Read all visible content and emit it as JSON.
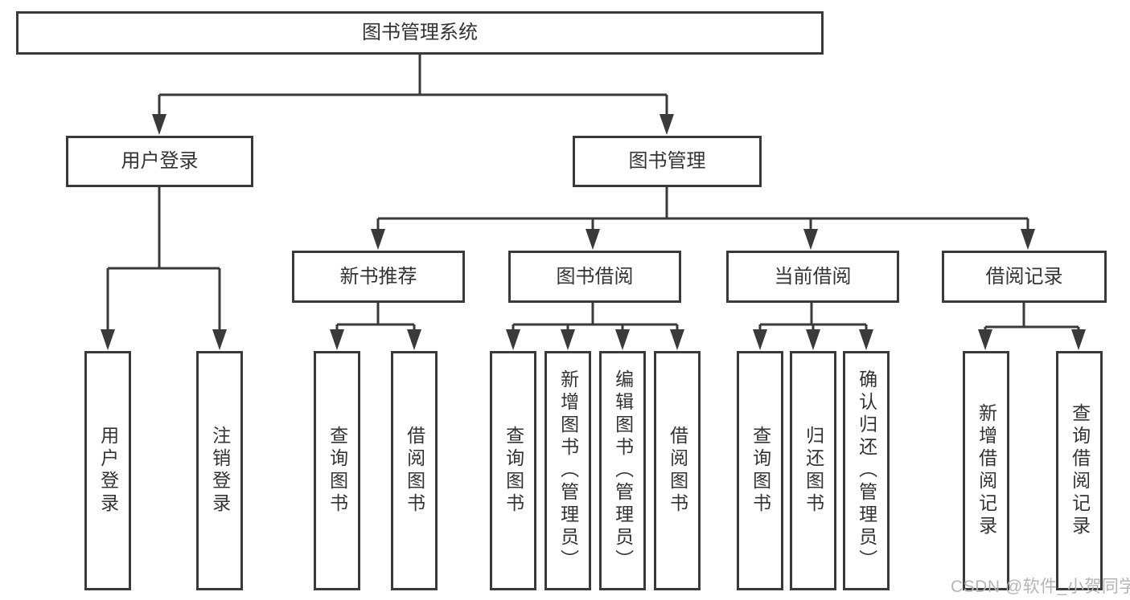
{
  "diagram": {
    "colors": {
      "line": "#3a3a3a",
      "text": "#333333",
      "box_fill": "#ffffff",
      "watermark": "#b5b5b5",
      "background": "#ffffff"
    },
    "watermark": {
      "text": "CSDN @软件_小贺同学"
    },
    "tree": {
      "label": "图书管理系统",
      "children": [
        {
          "label": "用户登录",
          "children": [
            {
              "label": "用户登录"
            },
            {
              "label": "注销登录"
            }
          ]
        },
        {
          "label": "图书管理",
          "children": [
            {
              "label": "新书推荐",
              "children": [
                {
                  "label": "查询图书"
                },
                {
                  "label": "借阅图书"
                }
              ]
            },
            {
              "label": "图书借阅",
              "children": [
                {
                  "label": "查询图书"
                },
                {
                  "label": "新增图书（管理员）"
                },
                {
                  "label": "编辑图书（管理员）"
                },
                {
                  "label": "借阅图书"
                }
              ]
            },
            {
              "label": "当前借阅",
              "children": [
                {
                  "label": "查询图书"
                },
                {
                  "label": "归还图书"
                },
                {
                  "label": "确认归还（管理员）"
                }
              ]
            },
            {
              "label": "借阅记录",
              "children": [
                {
                  "label": "新增借阅记录"
                },
                {
                  "label": "查询借阅记录"
                }
              ]
            }
          ]
        }
      ]
    }
  }
}
